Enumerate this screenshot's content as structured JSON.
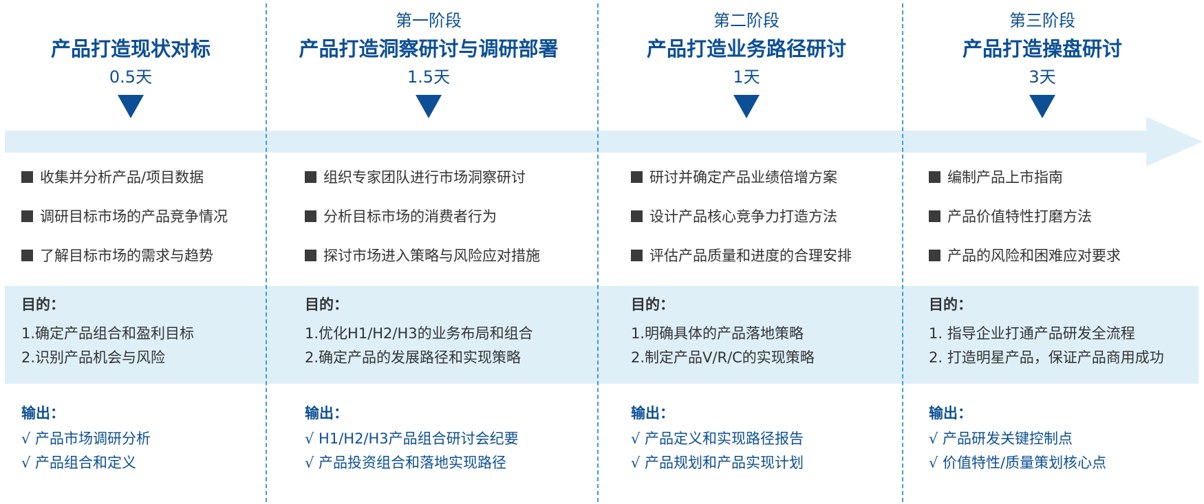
{
  "columns": [
    {
      "stage": "",
      "title": "产品打造现状对标",
      "days": "0.5天",
      "bullets": [
        "收集并分析产品/项目数据",
        "调研目标市场的产品竞争情况",
        "了解目标市场的需求与趋势"
      ],
      "purpose_label": "目的：",
      "purpose": [
        "1.确定产品组合和盈利目标",
        "2.识别产品机会与风险"
      ],
      "output_label": "输出：",
      "outputs": [
        "√ 产品市场调研分析",
        "√ 产品组合和定义"
      ]
    },
    {
      "stage": "第一阶段",
      "title": "产品打造洞察研讨与调研部署",
      "days": "1.5天",
      "bullets": [
        "组织专家团队进行市场洞察研讨",
        "分析目标市场的消费者行为",
        "探讨市场进入策略与风险应对措施"
      ],
      "purpose_label": "目的：",
      "purpose": [
        "1.优化H1/H2/H3的业务布局和组合",
        "2.确定产品的发展路径和实现策略"
      ],
      "output_label": "输出：",
      "outputs": [
        "√ H1/H2/H3产品组合研讨会纪要",
        "√ 产品投资组合和落地实现路径"
      ]
    },
    {
      "stage": "第二阶段",
      "title": "产品打造业务路径研讨",
      "days": "1天",
      "bullets": [
        "研讨并确定产品业绩倍增方案",
        "设计产品核心竞争力打造方法",
        "评估产品质量和进度的合理安排"
      ],
      "purpose_label": "目的：",
      "purpose": [
        "1.明确具体的产品落地策略",
        "2.制定产品V/R/C的实现策略"
      ],
      "output_label": "输出：",
      "outputs": [
        "√ 产品定义和实现路径报告",
        "√ 产品规划和产品实现计划"
      ]
    },
    {
      "stage": "第三阶段",
      "title": "产品打造操盘研讨",
      "days": "3天",
      "bullets": [
        "编制产品上市指南",
        "产品价值特性打磨方法",
        "产品的风险和困难应对要求"
      ],
      "purpose_label": "目的：",
      "purpose": [
        "1. 指导企业打通产品研发全流程",
        "2. 打造明星产品，保证产品商用成功"
      ],
      "output_label": "输出：",
      "outputs": [
        "√ 产品研发关键控制点",
        "√ 价值特性/质量策划核心点"
      ]
    }
  ],
  "colors": {
    "accent": "#0c4f95",
    "band": "#deeff8",
    "divider": "#3d9ad8"
  }
}
